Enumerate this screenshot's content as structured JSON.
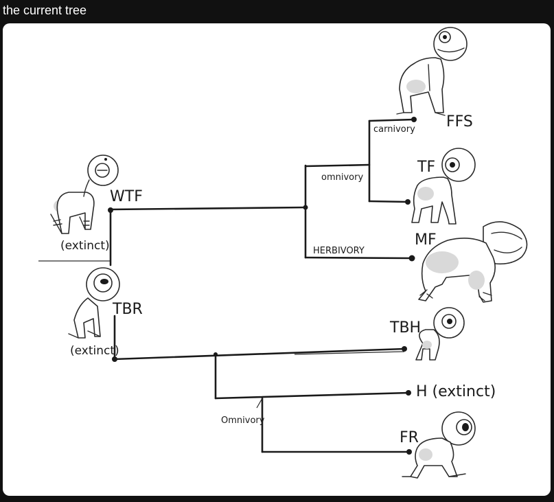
{
  "caption": "the current tree",
  "nodes": {
    "wtf": "WTF",
    "wtf_status": "(extinct)",
    "tbr": "TBR",
    "tbr_status": "(extinct)",
    "ffs": "FFS",
    "tf": "TF",
    "mf": "MF",
    "tbh": "TBH",
    "h": "H (extinct)",
    "fr": "FR"
  },
  "branch_labels": {
    "carnivory": "carnivory",
    "omnivory_upper": "omnivory",
    "herbivory": "HERBIVORY",
    "omnivory_lower": "Omnivory"
  },
  "colors": {
    "background": "#111111",
    "card": "#ffffff",
    "ink": "#1a1a1a",
    "caption_text": "#ffffff"
  }
}
